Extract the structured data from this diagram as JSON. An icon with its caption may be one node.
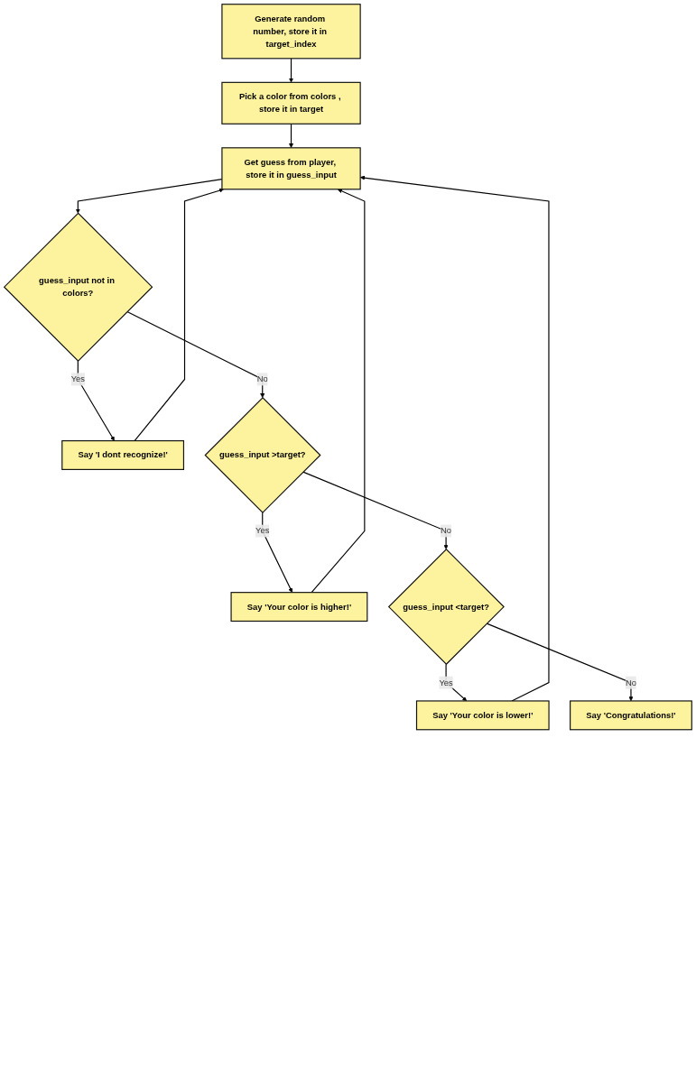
{
  "diagram": {
    "nodes": [
      {
        "text": [
          "Generate random number, store it in target_index"
        ]
      },
      {
        "text": [
          "Pick a color from colors , store it in target"
        ]
      },
      {
        "text": [
          "Get guess from player, store it in guess_input"
        ]
      },
      {
        "text": [
          "guess_input not in colors?"
        ]
      },
      {
        "text": [
          "Say 'I dont recognize!'"
        ]
      },
      {
        "text": [
          "guess_input >target?"
        ]
      },
      {
        "text": [
          "Say 'Your color is higher!'"
        ]
      },
      {
        "text": [
          "guess_input <target?"
        ]
      },
      {
        "text": [
          "Say 'Your color is lower!'"
        ]
      },
      {
        "text": [
          "Say 'Congratulations!'"
        ]
      }
    ],
    "edges": [
      {
        "from": 0,
        "to": 1,
        "arrow": "to"
      },
      {
        "from": 1,
        "to": 2,
        "arrow": "to"
      },
      {
        "from": 2,
        "to": 3,
        "arrow": "to"
      },
      {
        "from": 3,
        "to": 4,
        "label": "Yes",
        "arrow": "to"
      },
      {
        "from": 3,
        "to": 5,
        "label": "No",
        "arrow": "to"
      },
      {
        "from": 5,
        "to": 6,
        "label": "Yes",
        "arrow": "to"
      },
      {
        "from": 5,
        "to": 7,
        "label": "No",
        "arrow": "to"
      },
      {
        "from": 7,
        "to": 8,
        "label": "Yes",
        "arrow": "to"
      },
      {
        "from": 7,
        "to": 9,
        "label": "No",
        "arrow": "to"
      },
      {
        "from": 4,
        "to": 2,
        "arrow": "to"
      },
      {
        "from": 6,
        "to": 2,
        "arrow": "to"
      },
      {
        "from": 8,
        "to": 2,
        "arrow": "to"
      }
    ]
  }
}
